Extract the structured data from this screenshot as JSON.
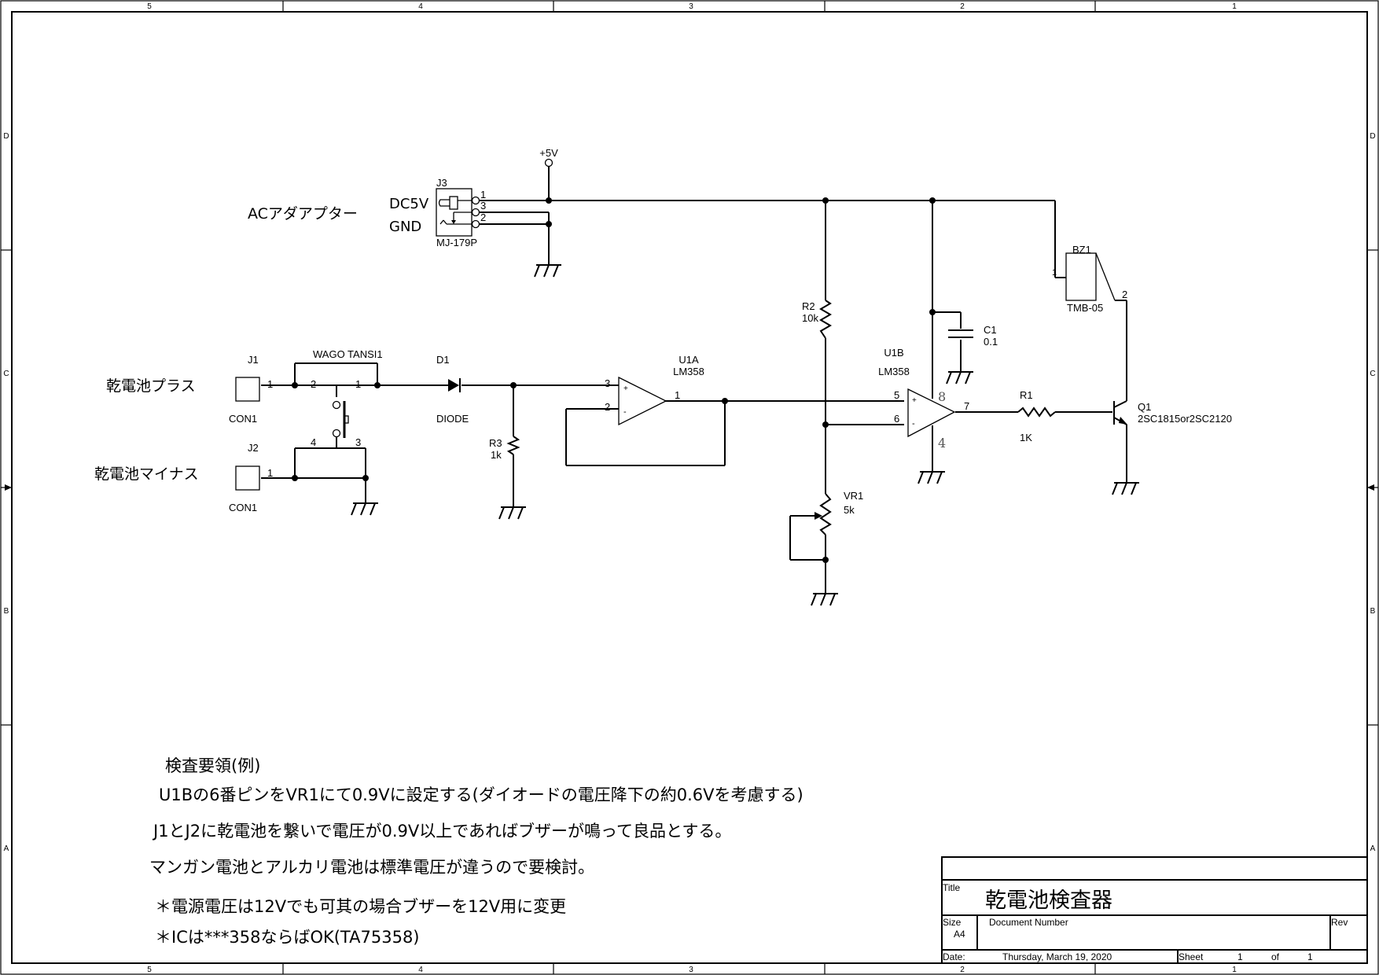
{
  "border": {
    "columns": [
      "5",
      "4",
      "3",
      "2",
      "1"
    ],
    "rows": [
      "D",
      "C",
      "B",
      "A"
    ]
  },
  "components": {
    "j3": {
      "ref": "J3",
      "value": "MJ-179P",
      "pins": [
        "1",
        "3",
        "2"
      ],
      "labels": [
        "DC5V",
        "GND"
      ],
      "caption": "ACアダアプター"
    },
    "vcc": {
      "label": "+5V"
    },
    "j1": {
      "ref": "J1",
      "value": "CON1",
      "pin": "1",
      "caption": "乾電池プラス"
    },
    "j2": {
      "ref": "J2",
      "value": "CON1",
      "pin": "1",
      "caption": "乾電池マイナス"
    },
    "sw": {
      "ref": "WAGO  TANSI1",
      "pins": [
        "2",
        "1",
        "4",
        "3"
      ]
    },
    "d1": {
      "ref": "D1",
      "value": "DIODE"
    },
    "r3": {
      "ref": "R3",
      "value": "1k"
    },
    "u1a": {
      "ref": "U1A",
      "value": "LM358",
      "pins": {
        "plus": "3",
        "minus": "2",
        "out": "1"
      }
    },
    "r2": {
      "ref": "R2",
      "value": "10k"
    },
    "u1b": {
      "ref": "U1B",
      "value": "LM358",
      "pins": {
        "plus": "5",
        "minus": "6",
        "out": "7",
        "vcc": "8",
        "gnd": "4"
      }
    },
    "c1": {
      "ref": "C1",
      "value": "0.1"
    },
    "vr1": {
      "ref": "VR1",
      "value": "5k"
    },
    "r1": {
      "ref": "R1",
      "value": "1K"
    },
    "bz1": {
      "ref": "BZ1",
      "value": "TMB-05",
      "pins": [
        "1",
        "2"
      ]
    },
    "q1": {
      "ref": "Q1",
      "value": "2SC1815or2SC2120"
    },
    "op_signs": {
      "plus": "+",
      "minus": "-"
    }
  },
  "notes": {
    "heading": "検査要領(例)",
    "lines": [
      "U1Bの6番ピンをVR1にて0.9Vに設定する(ダイオードの電圧降下の約0.6Vを考慮する)",
      "J1とJ2に乾電池を繋いで電圧が0.9V以上であればブザーが鳴って良品とする。",
      "マンガン電池とアルカリ電池は標準電圧が違うので要検討。",
      "＊電源電圧は12Vでも可其の場合ブザーを12V用に変更",
      "＊ICは***358ならばOK(TA75358)"
    ]
  },
  "title_block": {
    "title_label": "Title",
    "title": "乾電池検査器",
    "size_label": "Size",
    "size": "A4",
    "doc_number_label": "Document Number",
    "rev_label": "Rev",
    "date_label": "Date:",
    "date": "Thursday, March 19, 2020",
    "sheet_label": "Sheet",
    "sheet": "1",
    "of_label": "of",
    "sheet_total": "1"
  }
}
